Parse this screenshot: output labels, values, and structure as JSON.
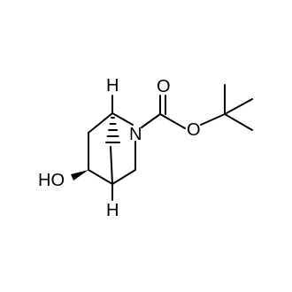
{
  "molecule": {
    "atoms": {
      "n": "N",
      "carbonyl_o": "O",
      "ester_o": "O",
      "hydroxyl": "HO",
      "bridgehead_h_top": "H",
      "bridgehead_h_bottom": "H"
    },
    "colors": {
      "bond": "#000000",
      "label": "#000000",
      "background": "#ffffff"
    }
  }
}
